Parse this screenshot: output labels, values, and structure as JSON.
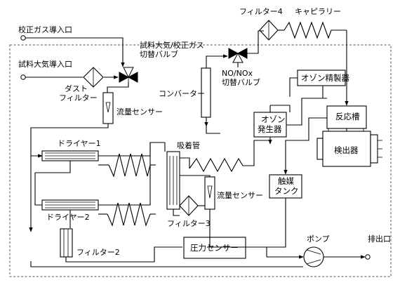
{
  "labels": {
    "calib_gas_inlet": "校正ガス導入口",
    "sample_air_inlet": "試料大気導入口",
    "switch_valve_1": "試料大気/校正ガス",
    "switch_valve_2": "切替バルブ",
    "dust_filter_1": "ダスト",
    "dust_filter_2": "フィルター",
    "flow_sensor_1": "流量センサー",
    "converter": "コンバーター",
    "nox_valve_1": "NO/NOx",
    "nox_valve_2": "切替バルブ",
    "filter4": "フィルター4",
    "capillary": "キャピラリー",
    "ozone_purifier": "オゾン精製器",
    "reaction_chamber": "反応槽",
    "ozone_gen_1": "オゾン",
    "ozone_gen_2": "発生器",
    "detector": "検出器",
    "dryer1": "ドライヤー1",
    "adsorption_tube": "吸着管",
    "catalyst_tank_1": "触媒",
    "catalyst_tank_2": "タンク",
    "dryer2": "ドライヤー2",
    "flow_sensor_2": "流量センサー",
    "filter3": "フィルター3",
    "filter2": "フィルター2",
    "pressure_sensor": "圧力センサー",
    "pump": "ポンプ",
    "exhaust": "排出口"
  },
  "colors": {
    "line": "#000000",
    "enclosure": "#555555",
    "background": "#ffffff"
  },
  "icons": [
    "valve-icon",
    "filter-icon",
    "coil-icon",
    "pump-icon",
    "flowmeter-icon",
    "dryer-icon"
  ]
}
